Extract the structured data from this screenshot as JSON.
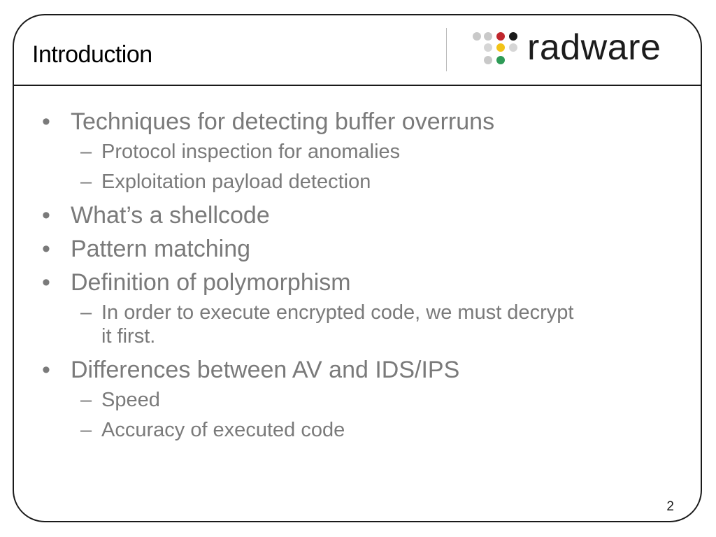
{
  "slide": {
    "title": "Introduction",
    "page_number": "2"
  },
  "logo": {
    "wordmark": "radware",
    "dot_colors": [
      "#c9c9c9",
      "#c9c9c9",
      "#c0272d",
      "#1a1a1a",
      "#d6d6d6",
      "#f2c318",
      "#d6d6d6",
      "#c9c9c9",
      "#2e9b57"
    ]
  },
  "bullets": [
    {
      "text": "Techniques for detecting buffer overruns",
      "sub": [
        "Protocol inspection for anomalies",
        "Exploitation payload detection"
      ]
    },
    {
      "text": "What’s a shellcode",
      "sub": []
    },
    {
      "text": "Pattern matching",
      "sub": []
    },
    {
      "text": "Definition of polymorphism",
      "sub": [
        "In order to execute encrypted code, we must decrypt it first."
      ]
    },
    {
      "text": "Differences between AV and IDS/IPS",
      "sub": [
        "Speed",
        "Accuracy of executed code"
      ]
    }
  ],
  "markers": {
    "bullet": "•",
    "dash": "–"
  }
}
